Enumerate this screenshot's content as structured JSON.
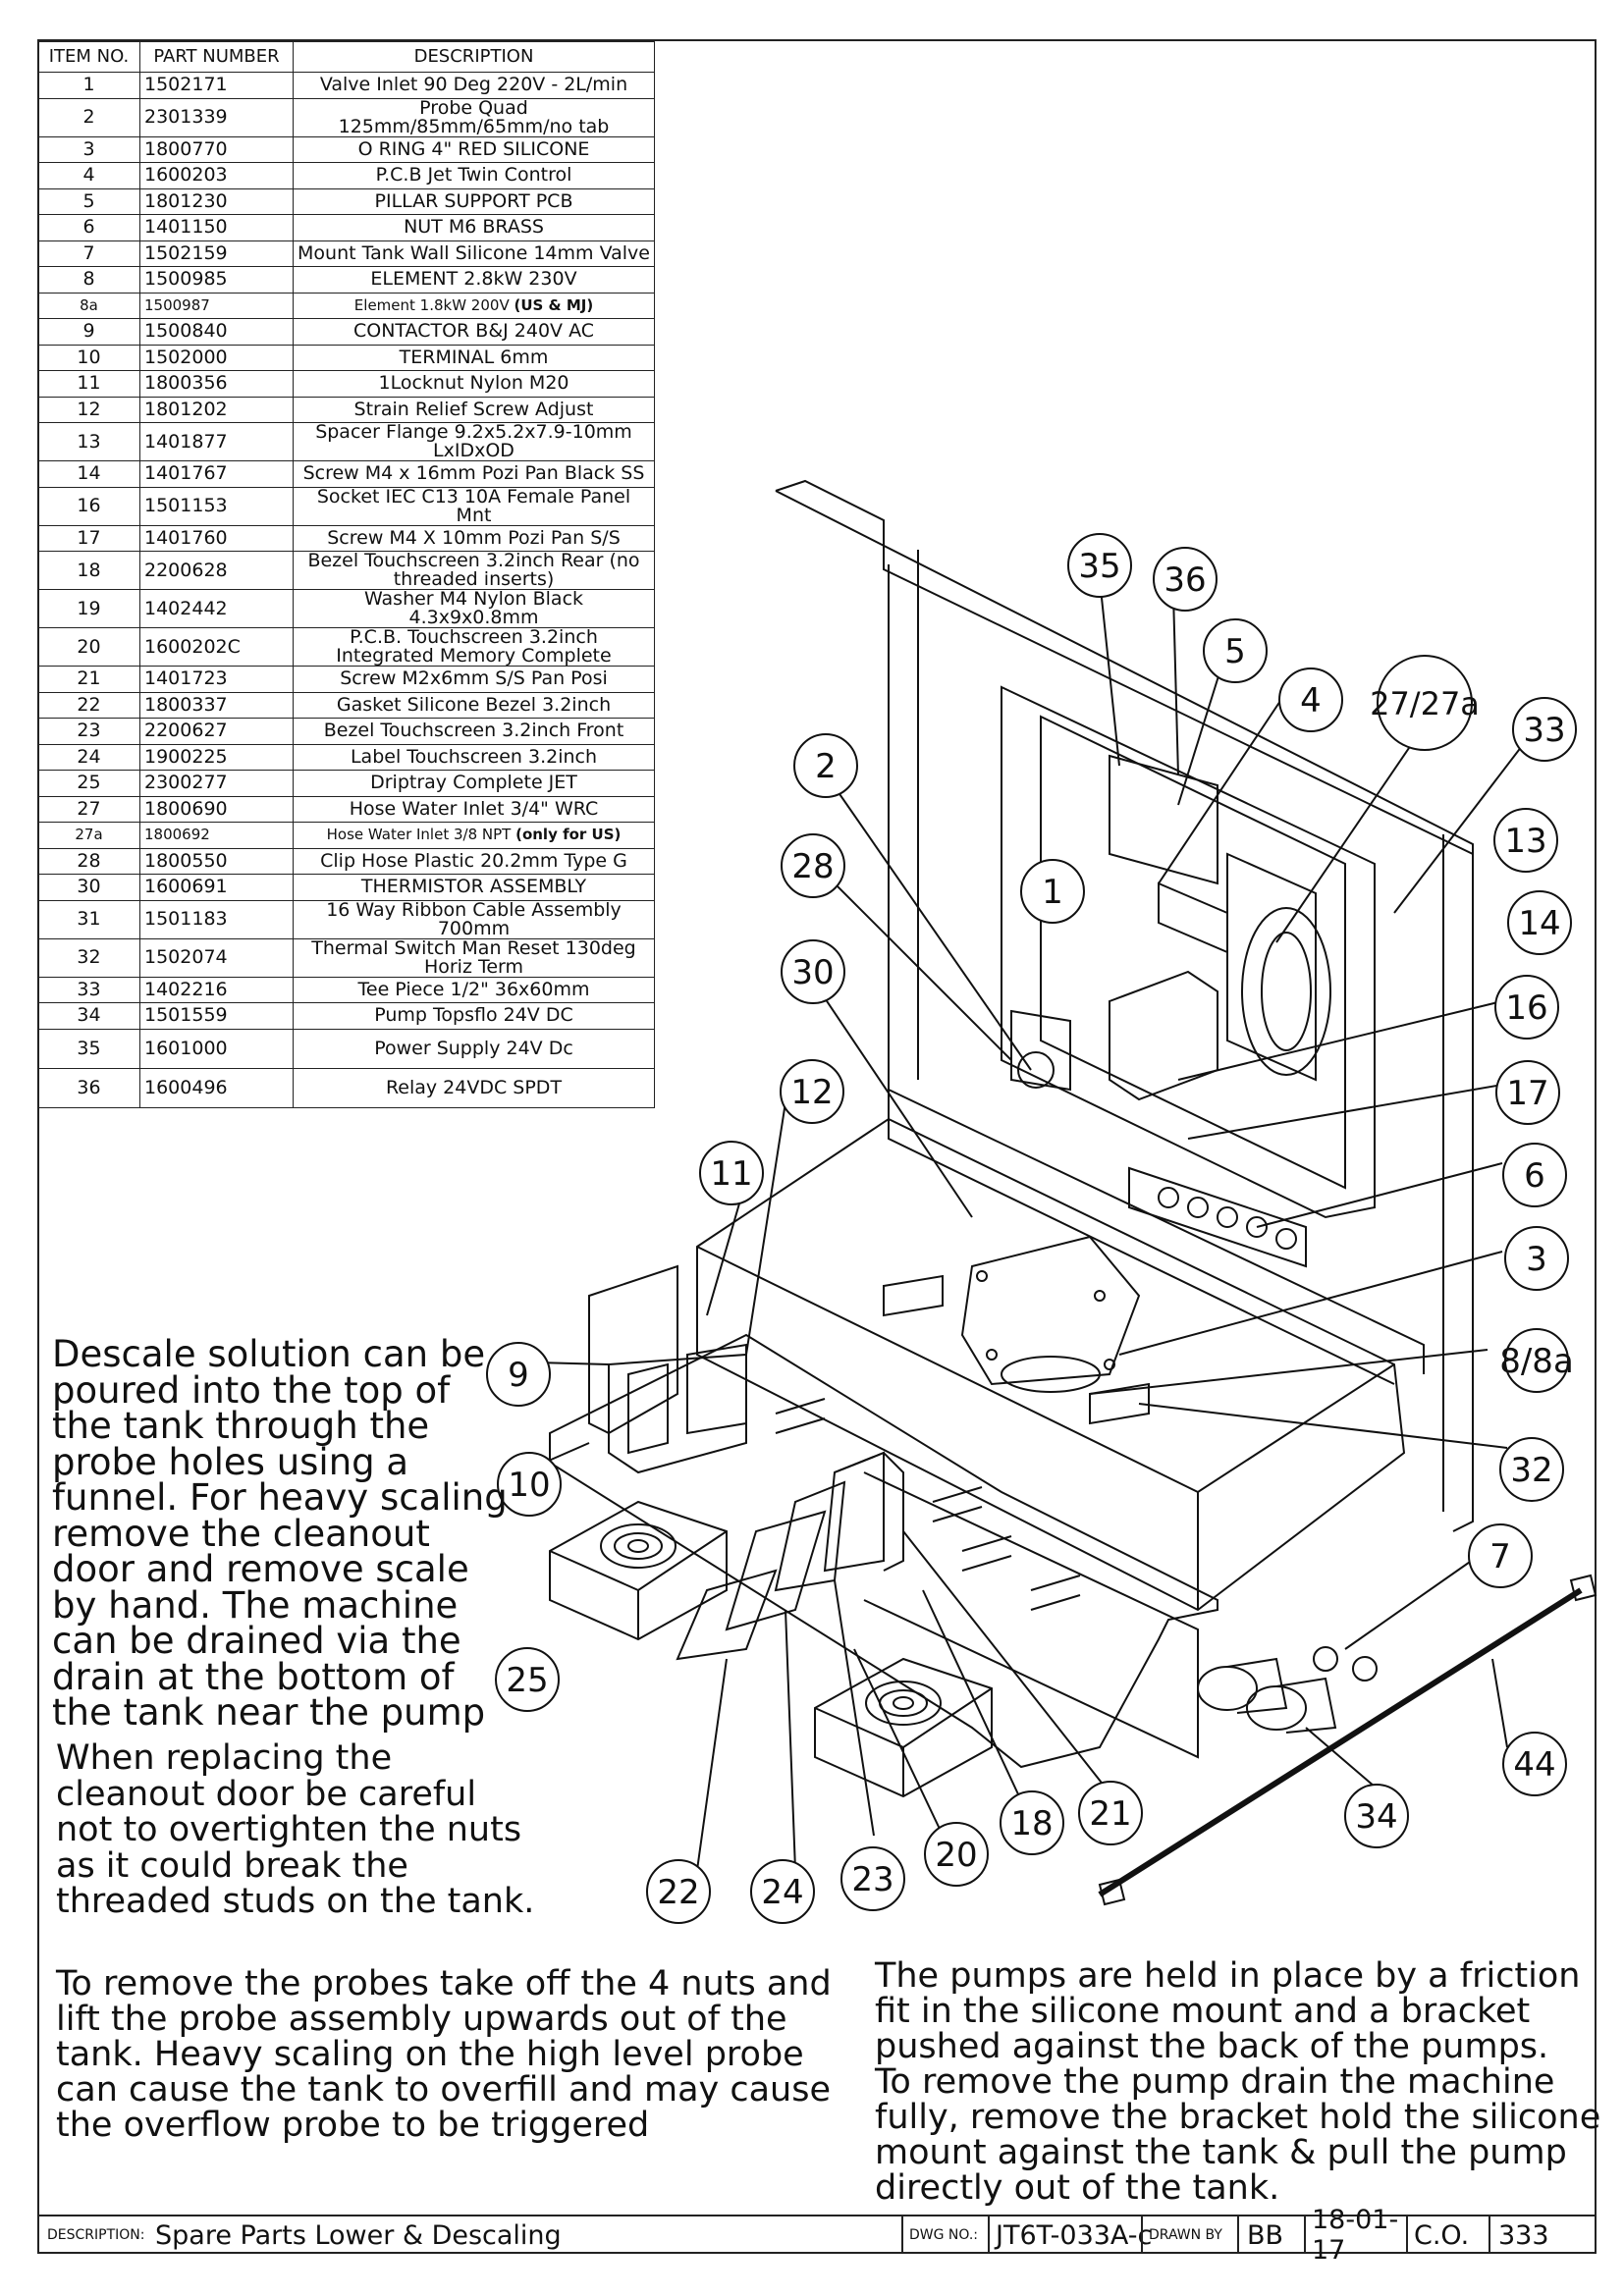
{
  "parts_table": {
    "headers": {
      "item": "ITEM NO.",
      "part": "PART NUMBER",
      "desc": "DESCRIPTION"
    },
    "rows": [
      {
        "item": "1",
        "part": "1502171",
        "desc": "Valve Inlet 90 Deg 220V - 2L/min"
      },
      {
        "item": "2",
        "part": "2301339",
        "desc": "Probe Quad\n125mm/85mm/65mm/no tab"
      },
      {
        "item": "3",
        "part": "1800770",
        "desc": "O RING 4\" RED SILICONE"
      },
      {
        "item": "4",
        "part": "1600203",
        "desc": "P.C.B Jet Twin  Control"
      },
      {
        "item": "5",
        "part": "1801230",
        "desc": "PILLAR SUPPORT PCB"
      },
      {
        "item": "6",
        "part": "1401150",
        "desc": "NUT M6 BRASS"
      },
      {
        "item": "7",
        "part": "1502159",
        "desc": "Mount Tank Wall Silicone 14mm Valve"
      },
      {
        "item": "8",
        "part": "1500985",
        "desc": "ELEMENT 2.8kW 230V"
      },
      {
        "item": "8a",
        "part": "1500987",
        "desc": "Element 1.8kW 200V ",
        "desc_bold": "(US & MJ)"
      },
      {
        "item": "9",
        "part": "1500840",
        "desc": "CONTACTOR B&J 240V AC"
      },
      {
        "item": "10",
        "part": "1502000",
        "desc": "TERMINAL 6mm"
      },
      {
        "item": "11",
        "part": "1800356",
        "desc": "1Locknut Nylon M20"
      },
      {
        "item": "12",
        "part": "1801202",
        "desc": "Strain Relief Screw Adjust"
      },
      {
        "item": "13",
        "part": "1401877",
        "desc": "Spacer Flange 9.2x5.2x7.9-10mm\nLxIDxOD"
      },
      {
        "item": "14",
        "part": "1401767",
        "desc": "Screw M4 x 16mm Pozi Pan Black SS"
      },
      {
        "item": "16",
        "part": "1501153",
        "desc": "Socket IEC C13 10A Female Panel\nMnt"
      },
      {
        "item": "17",
        "part": "1401760",
        "desc": "Screw M4 X 10mm Pozi Pan S/S"
      },
      {
        "item": "18",
        "part": "2200628",
        "desc": "Bezel Touchscreen 3.2inch Rear (no\nthreaded inserts)"
      },
      {
        "item": "19",
        "part": "1402442",
        "desc": "Washer M4 Nylon Black 4.3x9x0.8mm"
      },
      {
        "item": "20",
        "part": "1600202C",
        "desc": "P.C.B. Touchscreen 3.2inch\nIntegrated Memory Complete"
      },
      {
        "item": "21",
        "part": "1401723",
        "desc": "Screw M2x6mm S/S Pan Posi"
      },
      {
        "item": "22",
        "part": "1800337",
        "desc": "Gasket Silicone Bezel 3.2inch"
      },
      {
        "item": "23",
        "part": "2200627",
        "desc": "Bezel Touchscreen 3.2inch Front"
      },
      {
        "item": "24",
        "part": "1900225",
        "desc": "Label Touchscreen 3.2inch"
      },
      {
        "item": "25",
        "part": "2300277",
        "desc": "Driptray Complete JET"
      },
      {
        "item": "27",
        "part": "1800690",
        "desc": "Hose Water Inlet 3/4\" WRC"
      },
      {
        "item": "27a",
        "part": "1800692",
        "desc": "Hose Water Inlet 3/8 NPT ",
        "desc_bold": "(only for US)"
      },
      {
        "item": "28",
        "part": "1800550",
        "desc": "Clip Hose Plastic 20.2mm Type G"
      },
      {
        "item": "30",
        "part": "1600691",
        "desc": "THERMISTOR ASSEMBLY"
      },
      {
        "item": "31",
        "part": "1501183",
        "desc": "16 Way Ribbon Cable Assembly\n700mm"
      },
      {
        "item": "32",
        "part": "1502074",
        "desc": "Thermal Switch Man Reset 130deg\nHoriz Term"
      },
      {
        "item": "33",
        "part": "1402216",
        "desc": "Tee Piece 1/2\" 36x60mm"
      },
      {
        "item": "34",
        "part": "1501559",
        "desc": "Pump Topsflo 24V DC"
      },
      {
        "item": "35",
        "part": "1601000",
        "desc": "Power Supply 24V Dc"
      },
      {
        "item": "36",
        "part": "1600496",
        "desc": "Relay 24VDC SPDT"
      }
    ]
  },
  "notes": {
    "descale": "Descale solution can be\npoured into the top of\nthe tank through the\nprobe holes using a\nfunnel. For heavy scaling\nremove the cleanout\ndoor and remove scale\nby hand. The machine\ncan be drained via the\ndrain at the bottom of\nthe tank near the pump",
    "cleanout": "When replacing the\ncleanout door be careful\nnot to overtighten the nuts\nas it could break the\nthreaded studs on the tank.",
    "probes": "To remove the probes take off the 4 nuts and\nlift the probe assembly upwards out of the\ntank. Heavy scaling on the high level probe\ncan cause the tank to overfill and may cause\nthe overflow probe to be triggered",
    "pumps": "The pumps are held in place by a friction\nfit in the silicone mount and a bracket\npushed against the back of the pumps.\nTo remove the pump drain the machine\nfully, remove the bracket hold the silicone\nmount against the tank & pull the pump\ndirectly out of the tank."
  },
  "callouts": [
    "35",
    "36",
    "5",
    "4",
    "27/27a",
    "33",
    "2",
    "28",
    "1",
    "13",
    "14",
    "30",
    "16",
    "12",
    "17",
    "11",
    "6",
    "3",
    "9",
    "8/8a",
    "10",
    "32",
    "7",
    "25",
    "44",
    "34",
    "18",
    "21",
    "20",
    "22",
    "24",
    "23"
  ],
  "title_block": {
    "description_label": "DESCRIPTION:",
    "description": "Spare Parts Lower & Descaling",
    "dwg_no_label": "DWG NO.:",
    "dwg_no": "JT6T-033A-c",
    "drawn_by_label": "DRAWN BY",
    "drawn_by": "BB",
    "date": "18-01-17",
    "co_label": "C.O.",
    "co": "333"
  }
}
